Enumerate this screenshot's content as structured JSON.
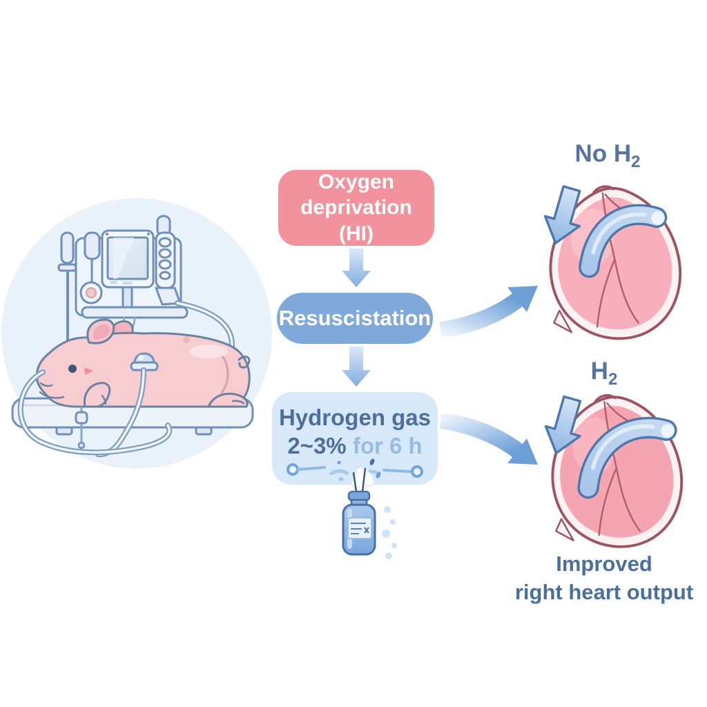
{
  "flowchart": {
    "box1_label": "Oxygen deprivation (HI)",
    "box2_label": "Resuscistation",
    "box3_line1": "Hydrogen gas",
    "box3_dose": "2~3%",
    "box3_duration": " for 6 h"
  },
  "outcomes": {
    "no_h2_prefix": "No H",
    "no_h2_sub": "2",
    "h2_prefix": "H",
    "h2_sub": "2",
    "caption_line1": "Improved",
    "caption_line2": "right heart output"
  },
  "icons": {
    "scene": "piglet-on-ventilator-illustration",
    "vial": "hydrogen-gas-vial-icon",
    "top_heart": "heart-no-h2-illustration",
    "bottom_heart": "heart-h2-illustration",
    "down_arrow": "down-arrow-icon",
    "flow_arrow": "curved-flow-arrow-icon"
  },
  "colors": {
    "box1_bg": "#f2929c",
    "box2_bg": "#7fa9da",
    "box3_bg": "#d7e8f8",
    "box3_text": "#4e6f9d",
    "box3_light_text": "#98bce2",
    "label_blue": "#55749f",
    "caption_blue": "#4a6f9e",
    "arrow_blue": "#6d9ed6",
    "heart_pink": "#f7b0bb",
    "heart_outline": "#9d5360",
    "scene_circle_bg": "#e9f1fa",
    "machine_line": "#6f8fb8"
  }
}
